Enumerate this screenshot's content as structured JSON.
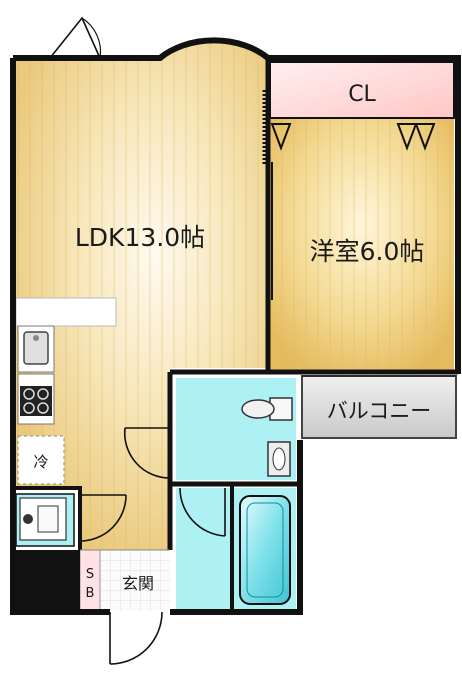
{
  "rooms": {
    "ldk": "LDK13.0帖",
    "western": "洋室6.0帖",
    "closet": "CL",
    "balcony": "バルコニー",
    "fridge": "冷",
    "entrance": "玄関",
    "shoebox_top": "S",
    "shoebox_bottom": "B"
  },
  "colors": {
    "wood_light": "#fcf3d8",
    "wood_mid": "#f4dfa6",
    "wood_dark": "#e8c674",
    "tile_blue": "#aef1f5",
    "balcony_gray": "#dcdcdc",
    "closet_pink": "#ffd8d8",
    "wall": "#111111",
    "shoebox_pink": "#ffe1e6"
  }
}
